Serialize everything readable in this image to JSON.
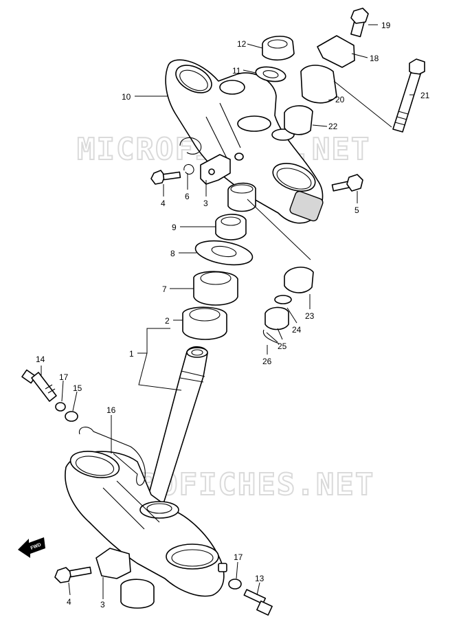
{
  "watermark": "MICROFICHES.NET",
  "fwd_label": "FWD",
  "callouts": {
    "n1": "1",
    "n2": "2",
    "n3a": "3",
    "n3b": "3",
    "n4a": "4",
    "n4b": "4",
    "n5": "5",
    "n6": "6",
    "n7": "7",
    "n8": "8",
    "n9": "9",
    "n10": "10",
    "n11": "11",
    "n12": "12",
    "n13": "13",
    "n14": "14",
    "n15": "15",
    "n16": "16",
    "n17a": "17",
    "n17b": "17",
    "n18": "18",
    "n19": "19",
    "n20": "20",
    "n21": "21",
    "n22": "22",
    "n23": "23",
    "n24": "24",
    "n25": "25",
    "n26": "26"
  }
}
